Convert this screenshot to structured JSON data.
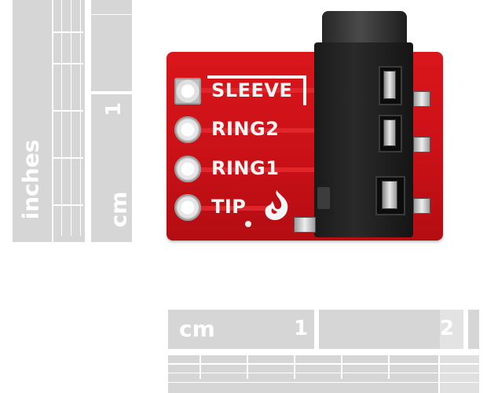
{
  "left_ruler": {
    "unit_inches": "inches",
    "unit_cm": "cm",
    "cm_mark_1": "1"
  },
  "bottom_ruler": {
    "unit_cm": "cm",
    "cm_mark_1": "1",
    "cm_mark_2": "2"
  },
  "pcb": {
    "labels": [
      "SLEEVE",
      "RING2",
      "RING1",
      "TIP"
    ],
    "colors": {
      "board": "#c91117",
      "silkscreen": "#f5f5f5",
      "jack": "#1f1f1f"
    },
    "logo_icon": "flame-logo-icon"
  }
}
